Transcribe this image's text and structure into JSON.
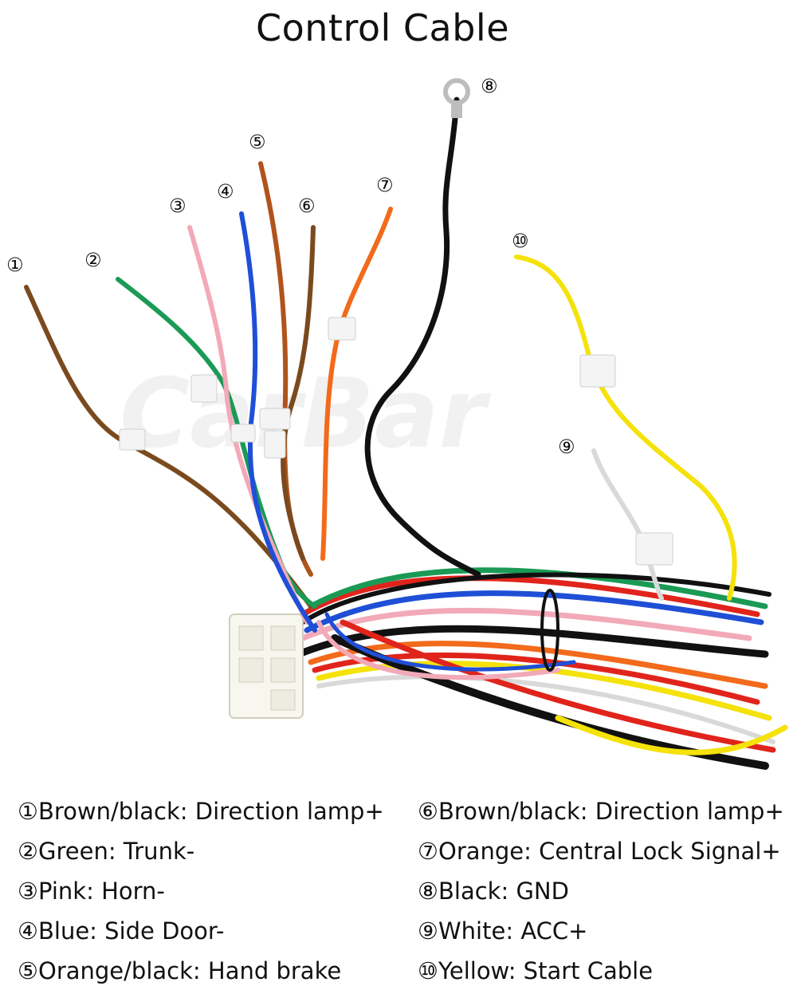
{
  "title": "Control Cable",
  "watermark": "CarBar",
  "markers": {
    "m1": "①",
    "m2": "②",
    "m3": "③",
    "m4": "④",
    "m5": "⑤",
    "m6": "⑥",
    "m7": "⑦",
    "m8": "⑧",
    "m9": "⑨",
    "m10": "⑩"
  },
  "legend_left": [
    {
      "num": "①",
      "text": "Brown/black: Direction lamp+"
    },
    {
      "num": "②",
      "text": "Green: Trunk-"
    },
    {
      "num": "③",
      "text": "Pink: Horn-"
    },
    {
      "num": "④",
      "text": "Blue: Side Door-"
    },
    {
      "num": "⑤",
      "text": "Orange/black: Hand brake"
    }
  ],
  "legend_right": [
    {
      "num": "⑥",
      "text": "Brown/black: Direction lamp+"
    },
    {
      "num": "⑦",
      "text": "Orange: Central Lock Signal+"
    },
    {
      "num": "⑧",
      "text": "Black: GND"
    },
    {
      "num": "⑨",
      "text": "White: ACC+"
    },
    {
      "num": "⑩",
      "text": "Yellow: Start Cable"
    }
  ],
  "wire_colors": {
    "brown": "#7a4a1e",
    "green": "#1a9a55",
    "pink": "#f2a9b8",
    "blue": "#1f4fd6",
    "orange_black": "#b0541c",
    "orange": "#f26a1b",
    "black": "#111111",
    "white": "#d9d9d9",
    "yellow": "#f4e20a",
    "red": "#e0241b"
  }
}
